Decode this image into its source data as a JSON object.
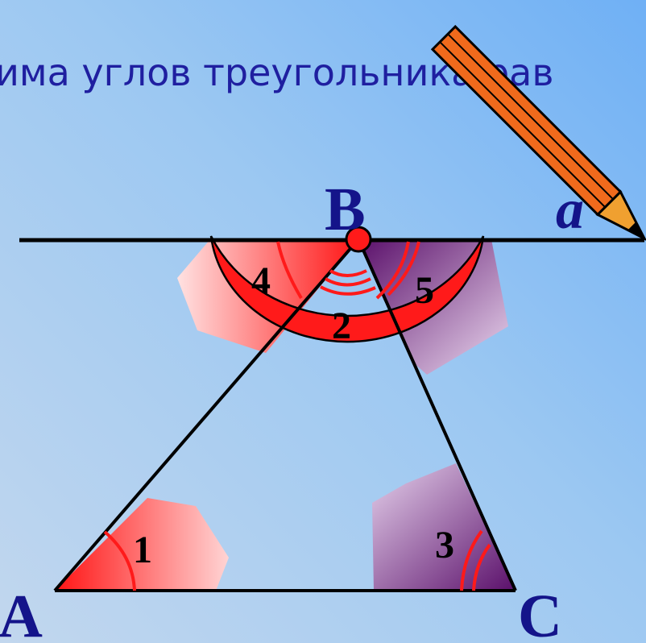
{
  "title": "има углов треугольника рав",
  "vertices": {
    "a": "A",
    "b": "B",
    "c": "C"
  },
  "line_label": "a",
  "angles": {
    "a1": "1",
    "a2": "2",
    "a3": "3",
    "a4": "4",
    "a5": "5"
  },
  "colors": {
    "red": "#ff1a1a",
    "purple": "#5a0f6a",
    "pencil_body": "#f06a1c",
    "pencil_tip": "#f0a030",
    "line": "#000000",
    "label": "#14148a"
  }
}
